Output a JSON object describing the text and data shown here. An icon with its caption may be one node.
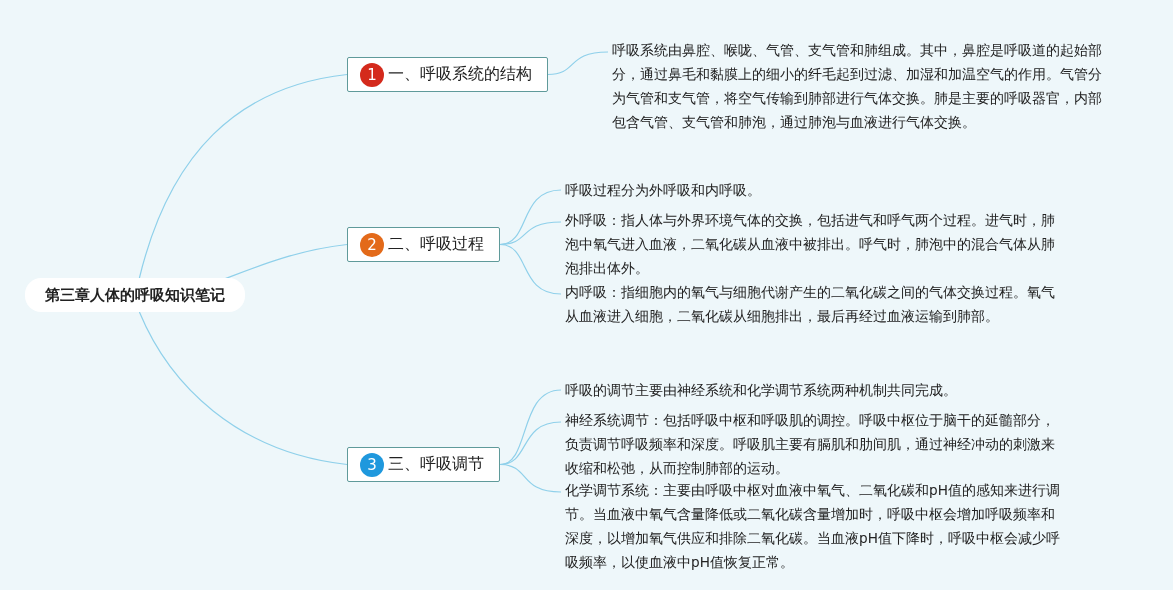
{
  "diagram": {
    "nodes": [
      {
        "text": [
          "第三章人体的呼吸知识笔记"
        ]
      },
      {
        "text": [
          "1",
          "一、呼吸系统的结构"
        ]
      },
      {
        "text": [
          "呼吸系统由鼻腔、喉咙、气管、支气管和肺组成。其中，鼻腔是呼吸道的起始部分，通过鼻毛和黏膜上的细小的纤毛起到过滤、加湿和加温空气的作用。气管分为气管和支气管，将空气传输到肺部进行气体交换。肺是主要的呼吸器官，内部包含气管、支气管和肺泡，通过肺泡与血液进行气体交换。"
        ]
      },
      {
        "text": [
          "2",
          "二、呼吸过程"
        ]
      },
      {
        "text": [
          "呼吸过程分为外呼吸和内呼吸。"
        ]
      },
      {
        "text": [
          "外呼吸：指人体与外界环境气体的交换，包括进气和呼气两个过程。进气时，肺泡中氧气进入血液，二氧化碳从血液中被排出。呼气时，肺泡中的混合气体从肺泡排出体外。"
        ]
      },
      {
        "text": [
          "内呼吸：指细胞内的氧气与细胞代谢产生的二氧化碳之间的气体交换过程。氧气从血液进入细胞，二氧化碳从细胞排出，最后再经过血液运输到肺部。"
        ]
      },
      {
        "text": [
          "3",
          "三、呼吸调节"
        ]
      },
      {
        "text": [
          "呼吸的调节主要由神经系统和化学调节系统两种机制共同完成。"
        ]
      },
      {
        "text": [
          "神经系统调节：包括呼吸中枢和呼吸肌的调控。呼吸中枢位于脑干的延髓部分，负责调节呼吸频率和深度。呼吸肌主要有膈肌和肋间肌，通过神经冲动的刺激来收缩和松弛，从而控制肺部的运动。"
        ]
      },
      {
        "text": [
          "化学调节系统：主要由呼吸中枢对血液中氧气、二氧化碳和pH值的感知来进行调节。当血液中氧气含量降低或二氧化碳含量增加时，呼吸中枢会增加呼吸频率和深度，以增加氧气供应和排除二氧化碳。当血液pH值下降时，呼吸中枢会减少呼吸频率，以使血液中pH值恢复正常。"
        ]
      }
    ],
    "edges": [
      {
        "from": 0,
        "to": 1,
        "arrow": "none"
      },
      {
        "from": 0,
        "to": 3,
        "arrow": "none"
      },
      {
        "from": 0,
        "to": 7,
        "arrow": "none"
      },
      {
        "from": 1,
        "to": 2,
        "arrow": "none"
      },
      {
        "from": 3,
        "to": 4,
        "arrow": "none"
      },
      {
        "from": 3,
        "to": 5,
        "arrow": "none"
      },
      {
        "from": 3,
        "to": 6,
        "arrow": "none"
      },
      {
        "from": 7,
        "to": 8,
        "arrow": "none"
      },
      {
        "from": 7,
        "to": 9,
        "arrow": "none"
      },
      {
        "from": 7,
        "to": 10,
        "arrow": "none"
      }
    ]
  }
}
